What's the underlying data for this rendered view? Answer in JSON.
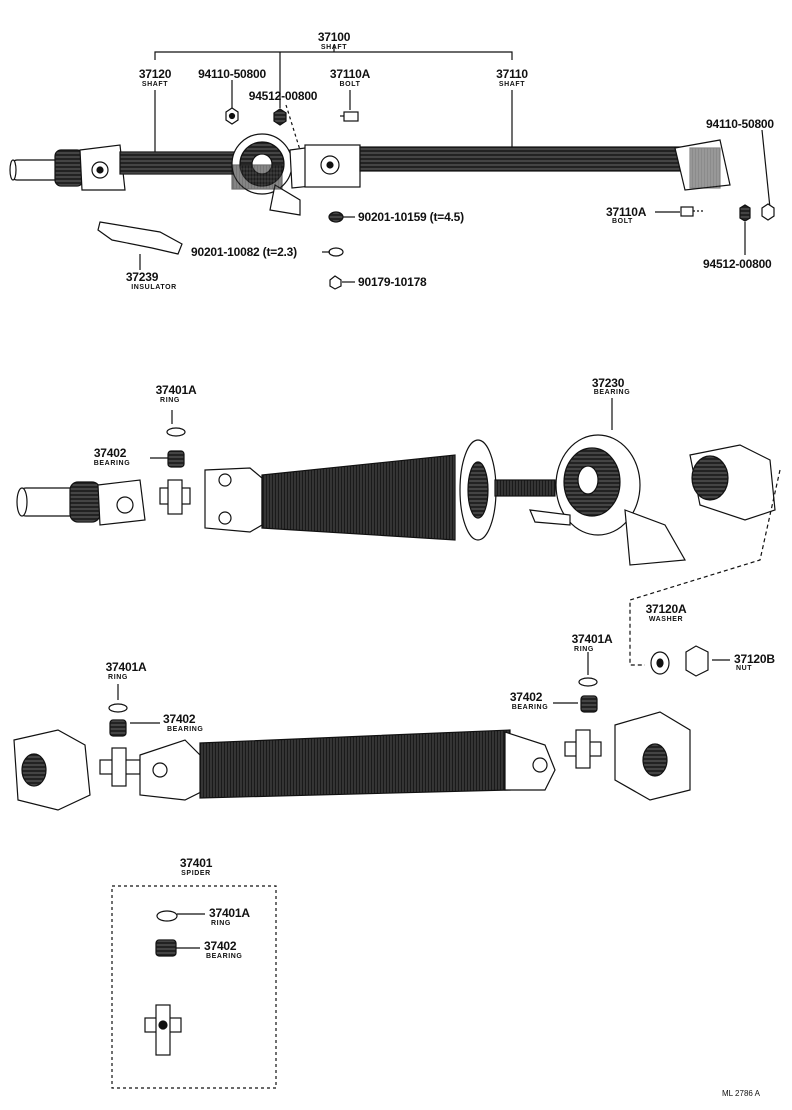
{
  "labels": {
    "p37100": {
      "num": "37100",
      "name": "SHAFT"
    },
    "p37120": {
      "num": "37120",
      "name": "SHAFT"
    },
    "p94110a": {
      "num": "94110-50800"
    },
    "p94512a": {
      "num": "94512-00800"
    },
    "p37110A_top": {
      "num": "37110A",
      "name": "BOLT"
    },
    "p37110": {
      "num": "37110",
      "name": "SHAFT"
    },
    "p94110b": {
      "num": "94110-50800"
    },
    "p37110A_right": {
      "num": "37110A",
      "name": "BOLT"
    },
    "p94512b": {
      "num": "94512-00800"
    },
    "p90201a": {
      "num": "90201-10159 (t=4.5)"
    },
    "p90201b": {
      "num": "90201-10082 (t=2.3)"
    },
    "p90179": {
      "num": "90179-10178"
    },
    "p37239": {
      "num": "37239",
      "name": "INSULATOR"
    },
    "p37401A_1": {
      "num": "37401A",
      "name": "RING"
    },
    "p37402_1": {
      "num": "37402",
      "name": "BEARING"
    },
    "p37230": {
      "num": "37230",
      "name": "BEARING"
    },
    "p37120A": {
      "num": "37120A",
      "name": "WASHER"
    },
    "p37120B": {
      "num": "37120B",
      "name": "NUT"
    },
    "p37401A_2": {
      "num": "37401A",
      "name": "RING"
    },
    "p37402_2": {
      "num": "37402",
      "name": "BEARING"
    },
    "p37401A_3": {
      "num": "37401A",
      "name": "RING"
    },
    "p37402_3": {
      "num": "37402",
      "name": "BEARING"
    },
    "p37401": {
      "num": "37401",
      "name": "SPIDER"
    },
    "p37401A_4": {
      "num": "37401A",
      "name": "RING"
    },
    "p37402_4": {
      "num": "37402",
      "name": "BEARING"
    }
  },
  "footer": "ML 2786 A"
}
